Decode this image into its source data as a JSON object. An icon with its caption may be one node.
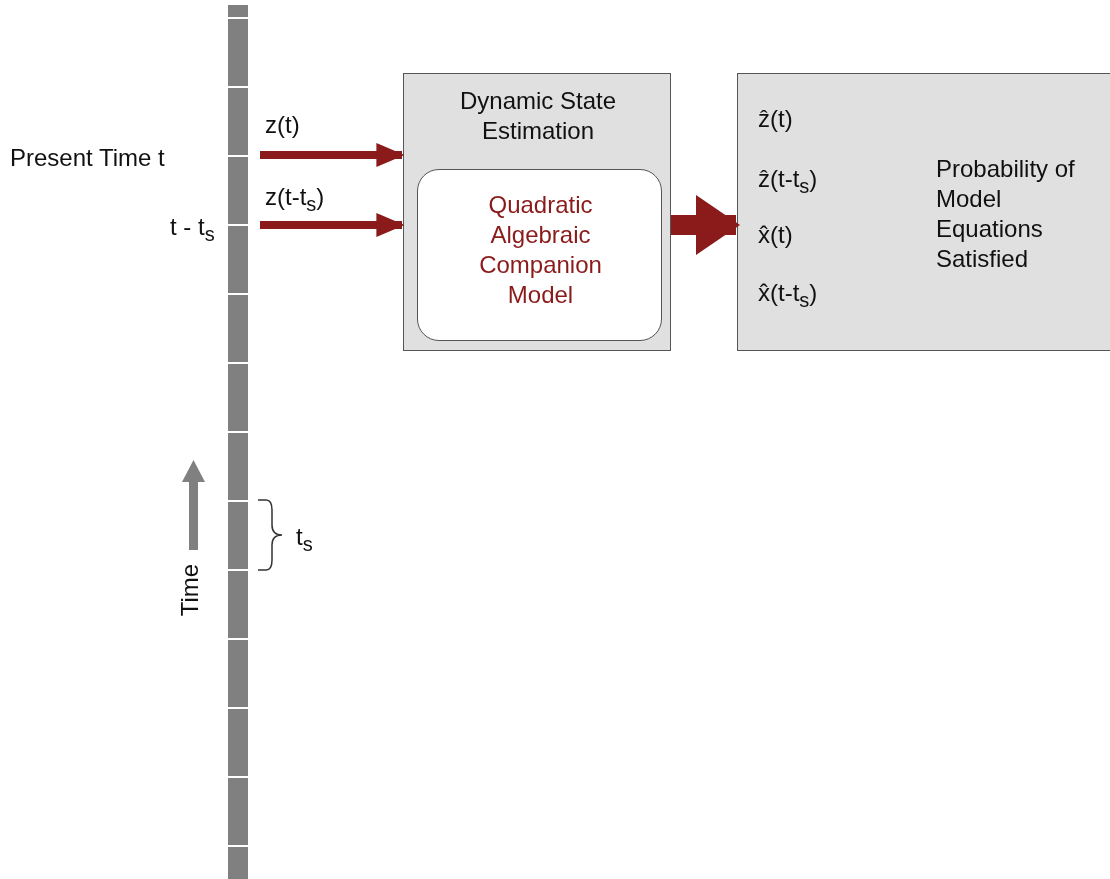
{
  "diagram": {
    "nodes": [
      {
        "text": [
          "Dynamic State Estimation"
        ]
      },
      {
        "text": [
          "Quadratic Algebraic Companion Model"
        ],
        "in": 0
      },
      {
        "text": [
          "ẑ(t)",
          "ẑ(t-t$_{s}$)",
          "x̂(t)",
          "x̂(t-t$_{s}$)",
          "Probability of Model Equations Satisfied"
        ]
      }
    ],
    "edges": [
      {
        "from": null,
        "to": 0,
        "arrow": "to",
        "label": "z(t)"
      },
      {
        "from": null,
        "to": 0,
        "arrow": "to",
        "label": "z(t-t$_{s}$)"
      },
      {
        "from": 0,
        "to": 2,
        "arrow": "to",
        "style": "thick"
      }
    ],
    "labels": [
      "Present Time t",
      "t - t$_{s}$",
      "t$_{s}$",
      "Time"
    ]
  }
}
